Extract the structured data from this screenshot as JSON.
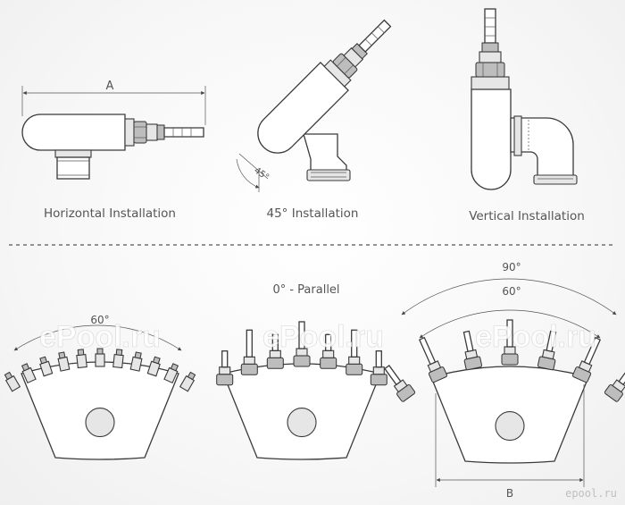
{
  "top_views": [
    {
      "id": "horizontal",
      "caption": "Horizontal Installation",
      "dimension_label": "A"
    },
    {
      "id": "angled",
      "caption": "45° Installation",
      "angle_label": "45°"
    },
    {
      "id": "vertical",
      "caption": "Vertical Installation"
    }
  ],
  "bottom_views": [
    {
      "id": "manifold-60",
      "angle_label": "60°"
    },
    {
      "id": "manifold-parallel",
      "title": "0° - Parallel"
    },
    {
      "id": "manifold-wide",
      "outer_angle_label": "90°",
      "inner_angle_label": "60°",
      "dimension_label": "B"
    }
  ],
  "watermarks": [
    "ePool.ru",
    "ePool.ru",
    "ePool.ru"
  ],
  "corner_logo": "epool.ru"
}
